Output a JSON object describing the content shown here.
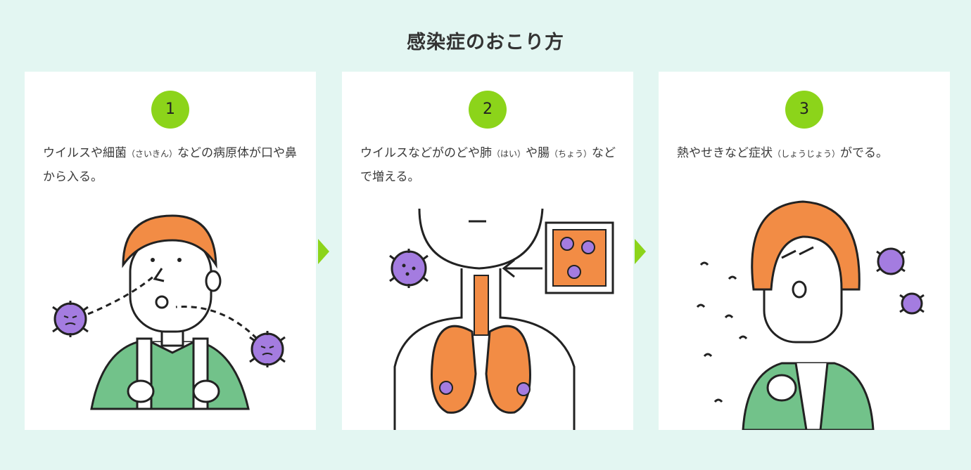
{
  "title": "感染症のおこり方",
  "colors": {
    "background": "#e3f6f2",
    "accent_green": "#8cd41a",
    "hair_orange": "#f28c45",
    "virus_purple": "#a47ce0",
    "shirt_green": "#72c28a"
  },
  "steps": [
    {
      "number": "1",
      "text_before": "ウイルスや細菌",
      "ruby": "（さいきん）",
      "text_after": "などの病原体が口や鼻から入る。",
      "icons": [
        "boy-illustration",
        "virus-icon"
      ]
    },
    {
      "number": "2",
      "text_before": "ウイルスなどがのどや肺",
      "ruby": "（はい）",
      "text_mid": "や腸",
      "ruby2": "（ちょう）",
      "text_after": "などで増える。",
      "icons": [
        "body-lungs-illustration",
        "virus-icon"
      ]
    },
    {
      "number": "3",
      "text_before": "熱やせきなど症状",
      "ruby": "（しょうじょう）",
      "text_after": "がでる。",
      "icons": [
        "coughing-girl-illustration",
        "virus-icon"
      ]
    }
  ]
}
